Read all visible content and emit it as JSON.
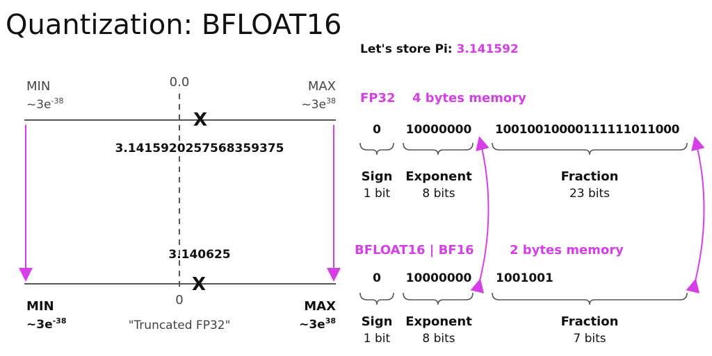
{
  "title": "Quantization: BFLOAT16",
  "pi_label": "Let's store Pi:",
  "pi_value": "3.141592",
  "number_line": {
    "min_label": "MIN",
    "max_label": "MAX",
    "min_value_base": "~3e",
    "min_value_exp": "-38",
    "max_value_base": "~3e",
    "max_value_exp": "38",
    "zero_top": "0.0",
    "zero_bottom": "0",
    "marker": "X",
    "fp32_value": "3.1415920257568359375",
    "bf16_value": "3.140625",
    "caption": "\"Truncated FP32\""
  },
  "fp32": {
    "name": "FP32",
    "memory": "4 bytes memory",
    "sign_bits": "0",
    "exponent_bits": "10000000",
    "fraction_bits": "10010010000111111011000",
    "sign_label": "Sign",
    "sign_size": "1 bit",
    "exponent_label": "Exponent",
    "exponent_size": "8 bits",
    "fraction_label": "Fraction",
    "fraction_size": "23 bits"
  },
  "bf16": {
    "name": "BFLOAT16 | BF16",
    "memory": "2 bytes memory",
    "sign_bits": "0",
    "exponent_bits": "10000000",
    "fraction_bits": "1001001",
    "sign_label": "Sign",
    "sign_size": "1 bit",
    "exponent_label": "Exponent",
    "exponent_size": "8 bits",
    "fraction_label": "Fraction",
    "fraction_size": "7 bits"
  },
  "colors": {
    "accent": "#d63ee8",
    "line": "#555555"
  }
}
